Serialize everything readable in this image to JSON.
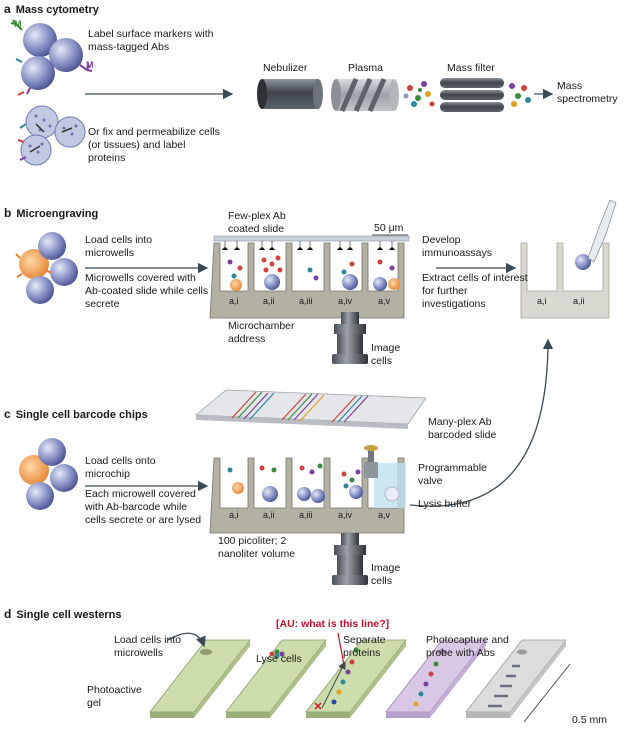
{
  "sections": {
    "a": {
      "letter": "a",
      "title": "Mass cytometry",
      "text1": "Label surface markers with mass-tagged Abs",
      "text2": "Or fix and permeabilize cells (or tissues) and label proteins",
      "nebulizer": "Nebulizer",
      "plasma": "Plasma",
      "mass_filter": "Mass filter",
      "mass_spec": "Mass spectrometry",
      "marker_m": "M"
    },
    "b": {
      "letter": "b",
      "title": "Microengraving",
      "text1": "Load cells into microwells",
      "text2": "Microwells covered with Ab-coated slide while cells secrete",
      "slide_label": "Few-plex Ab coated slide",
      "scale": "50 μm",
      "develop": "Develop immunoassays",
      "extract": "Extract cells of interest for further investigations",
      "microchamber": "Microchamber address",
      "image_cells": "Image cells",
      "wells": [
        "a,i",
        "a,ii",
        "a,iii",
        "a,iv",
        "a,v"
      ],
      "right_wells": [
        "a,i",
        "a,ii"
      ]
    },
    "c": {
      "letter": "c",
      "title": "Single cell barcode chips",
      "slide_label": "Many-plex Ab barcoded slide",
      "text1": "Load cells onto microchip",
      "text2": "Each microwell covered with Ab-barcode while cells secrete or are lysed",
      "valve": "Programmable valve",
      "lysis": "Lysis buffer",
      "volume": "100 picoliter; 2 nanoliter volume",
      "image_cells": "Image cells",
      "wells": [
        "a,i",
        "a,ii",
        "a,iii",
        "a,iv",
        "a,v"
      ]
    },
    "d": {
      "letter": "d",
      "title": "Single cell westerns",
      "au_note": "[AU: what is this line?]",
      "load": "Load cells into microwells",
      "lyse": "Lyse cells",
      "separate": "Separate proteins",
      "photocapture": "Photocapture and probe with Abs",
      "photoactive": "Photoactive gel",
      "scale": "0.5 mm"
    }
  },
  "colors": {
    "cell": "#8c95c8",
    "instrument": "#5b6168",
    "well": "#a9a79a",
    "gel": "#c9d9a8",
    "arrow": "#3b4a55",
    "accent_red": "#c8102e"
  }
}
